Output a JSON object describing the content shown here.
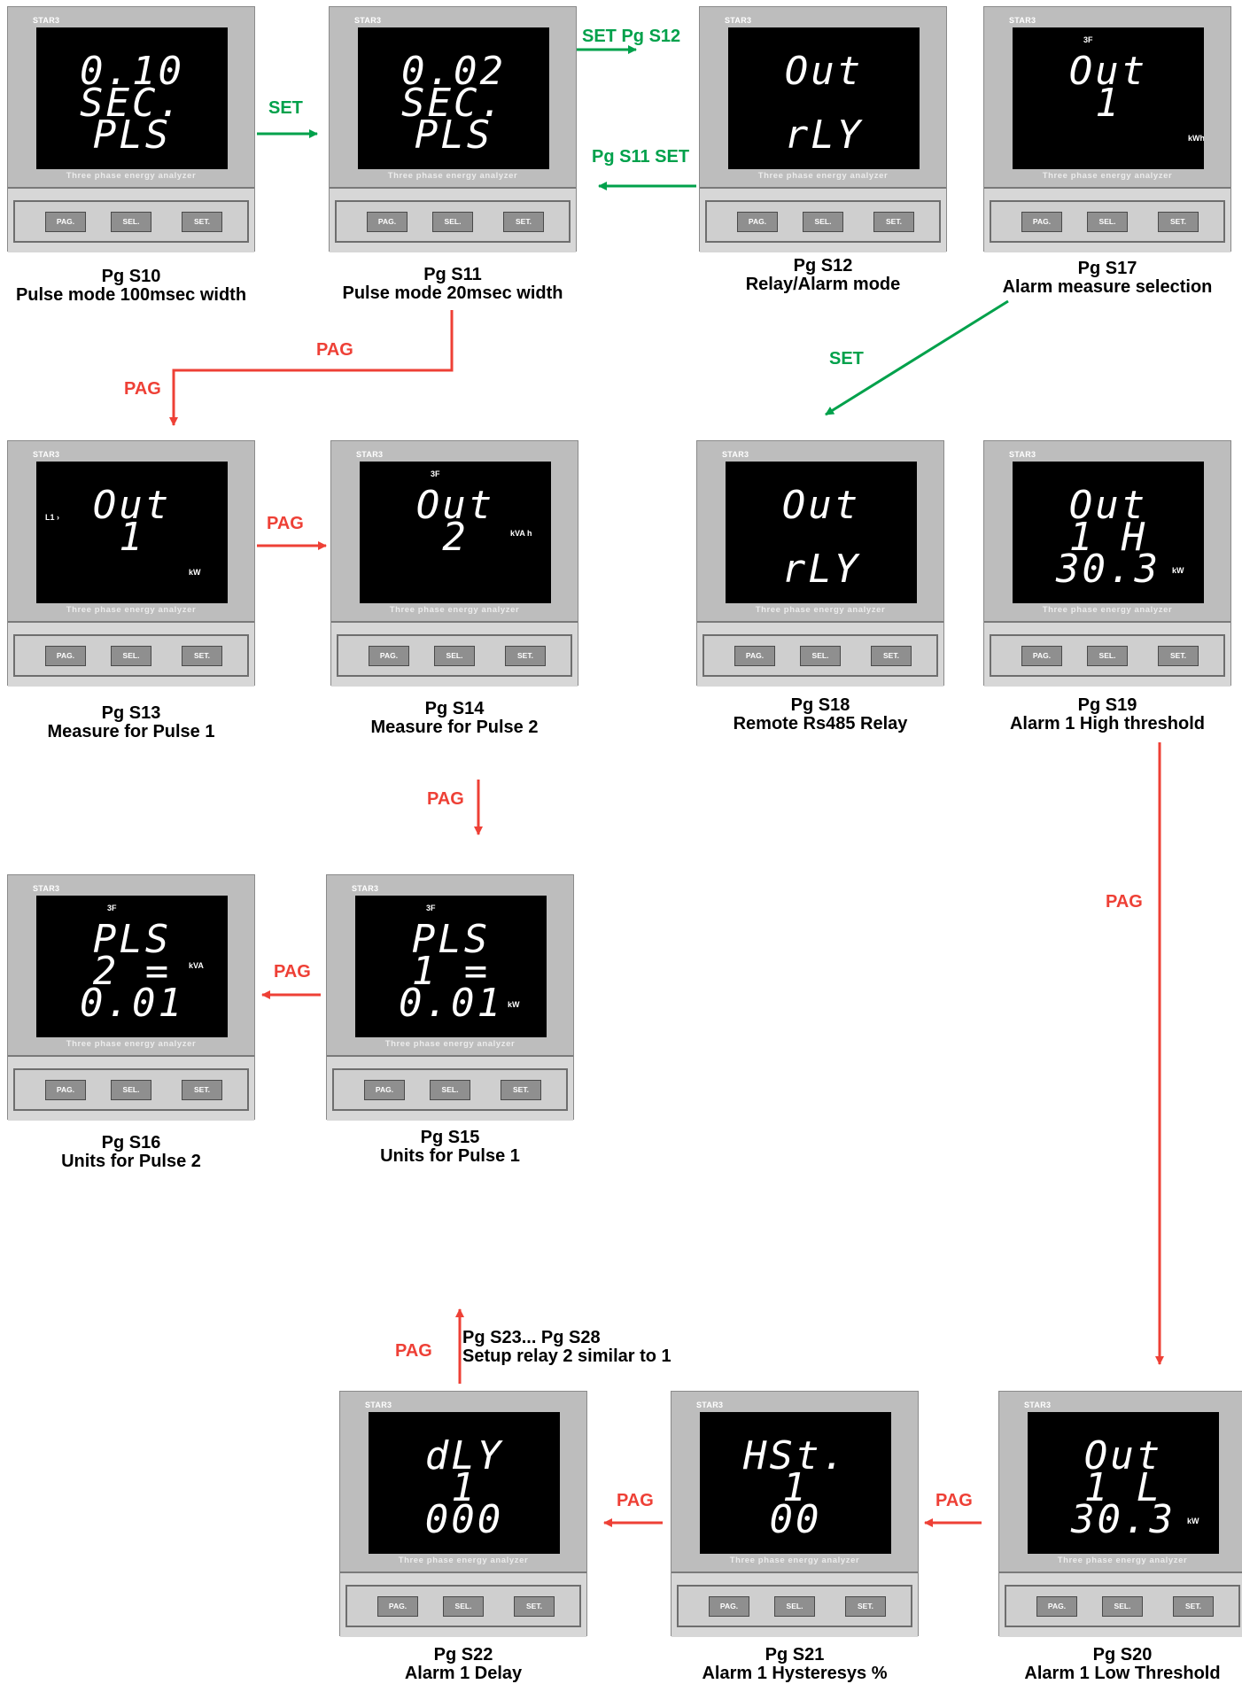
{
  "device": {
    "brand": "STAR3",
    "model": "Three phase energy analyzer",
    "buttons": [
      "PAG.",
      "SEL.",
      "SET."
    ]
  },
  "panels": [
    {
      "id": "s10",
      "lines": [
        "0.10",
        "SEC.",
        "PLS"
      ],
      "caption": [
        "Pg S10",
        "Pulse mode 100msec width"
      ]
    },
    {
      "id": "s11",
      "lines": [
        "0.02",
        "SEC.",
        "PLS"
      ],
      "caption": [
        "Pg S11",
        "Pulse mode 20msec width"
      ]
    },
    {
      "id": "s12",
      "lines": [
        "Out",
        "",
        "rLY"
      ],
      "caption": [
        "Pg S12",
        "Relay/Alarm mode"
      ]
    },
    {
      "id": "s17",
      "lines": [
        "Out",
        "1",
        ""
      ],
      "tag": "3F",
      "unit": "kWh",
      "caption": [
        "Pg S17",
        "Alarm measure selection"
      ]
    },
    {
      "id": "s13",
      "lines": [
        "Out",
        "1",
        ""
      ],
      "tag": "L1 ›",
      "unit": "kW",
      "caption": [
        "Pg S13",
        "Measure for Pulse 1"
      ]
    },
    {
      "id": "s14",
      "lines": [
        "Out",
        "2",
        ""
      ],
      "tag": "3F",
      "unit": "kVA h",
      "caption": [
        "Pg S14",
        "Measure for Pulse 2"
      ]
    },
    {
      "id": "s18",
      "lines": [
        "Out",
        "",
        "rLY"
      ],
      "caption": [
        "Pg S18",
        "Remote Rs485 Relay"
      ]
    },
    {
      "id": "s19",
      "lines": [
        "Out",
        "1 H",
        "30.3"
      ],
      "unit": "kW",
      "caption": [
        "Pg S19",
        "Alarm 1 High threshold"
      ]
    },
    {
      "id": "s16",
      "lines": [
        "PLS",
        "2 =",
        "0.01"
      ],
      "tag": "3F",
      "unit": "kVA",
      "caption": [
        "Pg S16",
        "Units for Pulse 2"
      ]
    },
    {
      "id": "s15",
      "lines": [
        "PLS",
        "1 =",
        "0.01"
      ],
      "tag": "3F",
      "unit": "kW",
      "caption": [
        "Pg S15",
        "Units for Pulse 1"
      ]
    },
    {
      "id": "s22",
      "lines": [
        "dLY",
        "1",
        "000"
      ],
      "caption": [
        "Pg S22",
        "Alarm 1 Delay"
      ]
    },
    {
      "id": "s21",
      "lines": [
        "HSt.",
        "1",
        "00"
      ],
      "caption": [
        "Pg S21",
        "Alarm 1 Hysteresys %"
      ]
    },
    {
      "id": "s20",
      "lines": [
        "Out",
        "1 L",
        "30.3"
      ],
      "unit": "kW",
      "caption": [
        "Pg S20",
        "Alarm 1 Low Threshold"
      ]
    }
  ],
  "arrow_labels": {
    "set": "SET",
    "set_pg_s12": "SET Pg S12",
    "pg_s11_set": "Pg S11 SET",
    "pag": "PAG"
  },
  "note": [
    "Pg S23... Pg S28",
    "Setup relay 2 similar to 1"
  ],
  "colors": {
    "green": "#00a14b",
    "red": "#ee4036",
    "screen": "#000000",
    "body": "#bdbdbd"
  }
}
